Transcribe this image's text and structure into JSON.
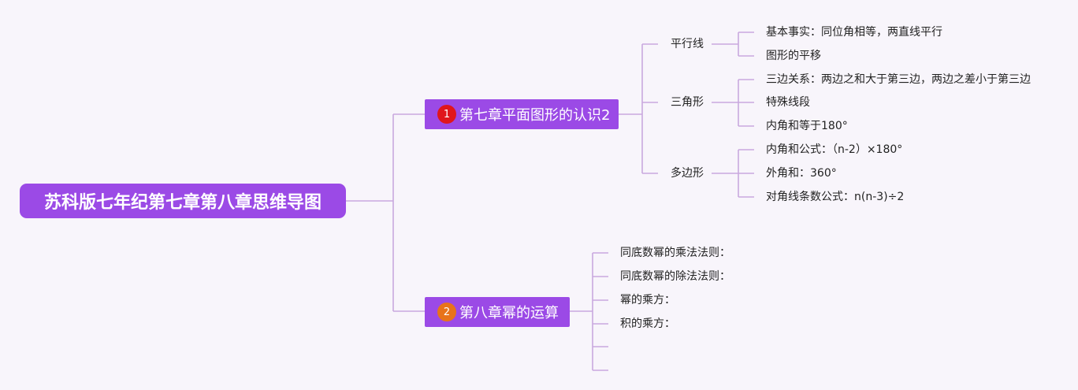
{
  "root": {
    "title": "苏科版七年纪第七章第八章思维导图"
  },
  "branches": [
    {
      "label": "第七章平面图形的认识2",
      "badge": "1",
      "badge_color": "#e0161c",
      "children": [
        {
          "label": "平行线",
          "items": [
            "基本事实：同位角相等，两直线平行",
            "图形的平移"
          ]
        },
        {
          "label": "三角形",
          "items": [
            "三边关系：两边之和大于第三边，两边之差小于第三边",
            "特殊线段",
            "内角和等于180°"
          ]
        },
        {
          "label": "多边形",
          "items": [
            "内角和公式：（n-2）×180°",
            "外角和：360°",
            "对角线条数公式：n(n-3)÷2"
          ]
        }
      ]
    },
    {
      "label": "第八章幂的运算",
      "badge": "2",
      "badge_color": "#e8731a",
      "items": [
        "同底数幂的乘法法则：",
        "同底数幂的除法法则：",
        "幂的乘方：",
        "积的乘方：",
        "",
        ""
      ]
    }
  ],
  "colors": {
    "node_fill": "#9b4ae6",
    "connector": "#c9a8df",
    "background": "#f8f5fb"
  }
}
